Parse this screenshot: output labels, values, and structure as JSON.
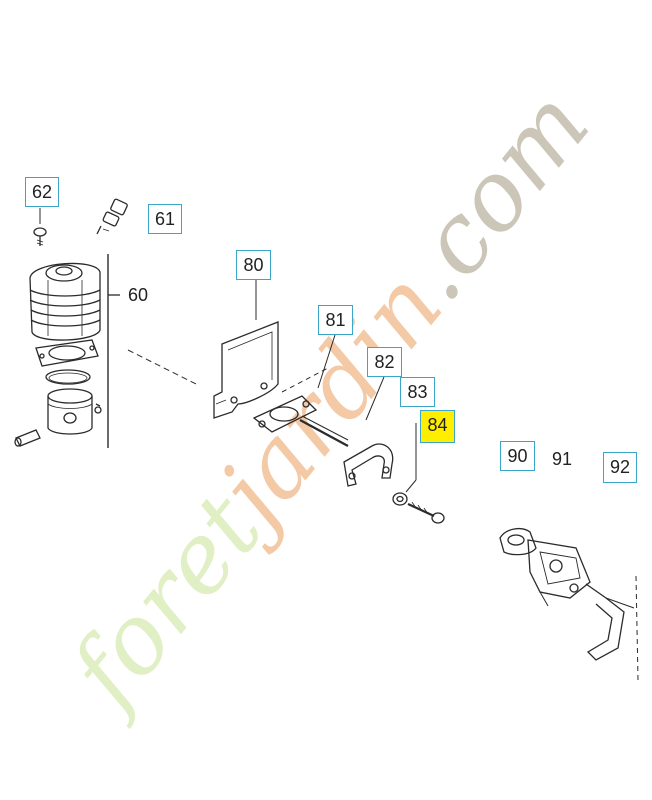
{
  "watermark": {
    "prefix": "foret",
    "mid": "jardin",
    "suffix": ".com",
    "colors": {
      "prefix": "#e1efc5",
      "mid": "#f3c9a6",
      "suffix": "#ccc6b8"
    }
  },
  "callouts": {
    "c62": "62",
    "c61": "61",
    "c60": "60",
    "c80": "80",
    "c81": "81",
    "c82": "82",
    "c83": "83",
    "c84": "84",
    "c90": "90",
    "c91": "91",
    "c92": "92"
  },
  "colors": {
    "callout_border": "#3aa6c9",
    "highlight": "#ffee00",
    "line_art": "#2b2b2b"
  },
  "icons": [
    "screw-icon",
    "spark-plug-icon",
    "cylinder-icon",
    "gasket-icon",
    "piston-ring-icon",
    "piston-icon",
    "piston-pin-icon",
    "heat-shield-icon",
    "intake-manifold-icon",
    "bracket-icon",
    "washer-icon",
    "bolt-icon",
    "carburetor-icon"
  ]
}
